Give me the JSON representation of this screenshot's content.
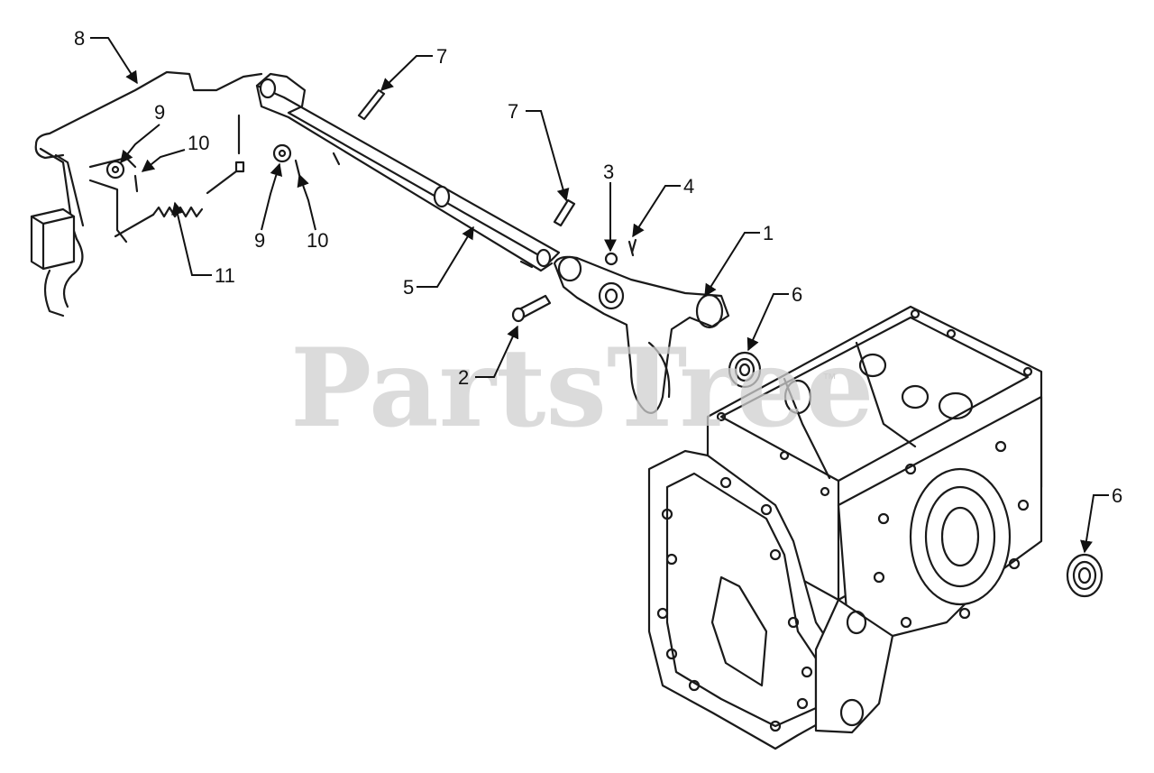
{
  "diagram": {
    "watermark": "PartsTree",
    "watermark_mark": "™",
    "callouts": [
      {
        "id": "callout-1",
        "label": "1"
      },
      {
        "id": "callout-2",
        "label": "2"
      },
      {
        "id": "callout-3",
        "label": "3"
      },
      {
        "id": "callout-4",
        "label": "4"
      },
      {
        "id": "callout-5",
        "label": "5"
      },
      {
        "id": "callout-6a",
        "label": "6"
      },
      {
        "id": "callout-6b",
        "label": "6"
      },
      {
        "id": "callout-7a",
        "label": "7"
      },
      {
        "id": "callout-7b",
        "label": "7"
      },
      {
        "id": "callout-8",
        "label": "8"
      },
      {
        "id": "callout-9a",
        "label": "9"
      },
      {
        "id": "callout-9b",
        "label": "9"
      },
      {
        "id": "callout-10a",
        "label": "10"
      },
      {
        "id": "callout-10b",
        "label": "10"
      },
      {
        "id": "callout-11",
        "label": "11"
      }
    ]
  }
}
